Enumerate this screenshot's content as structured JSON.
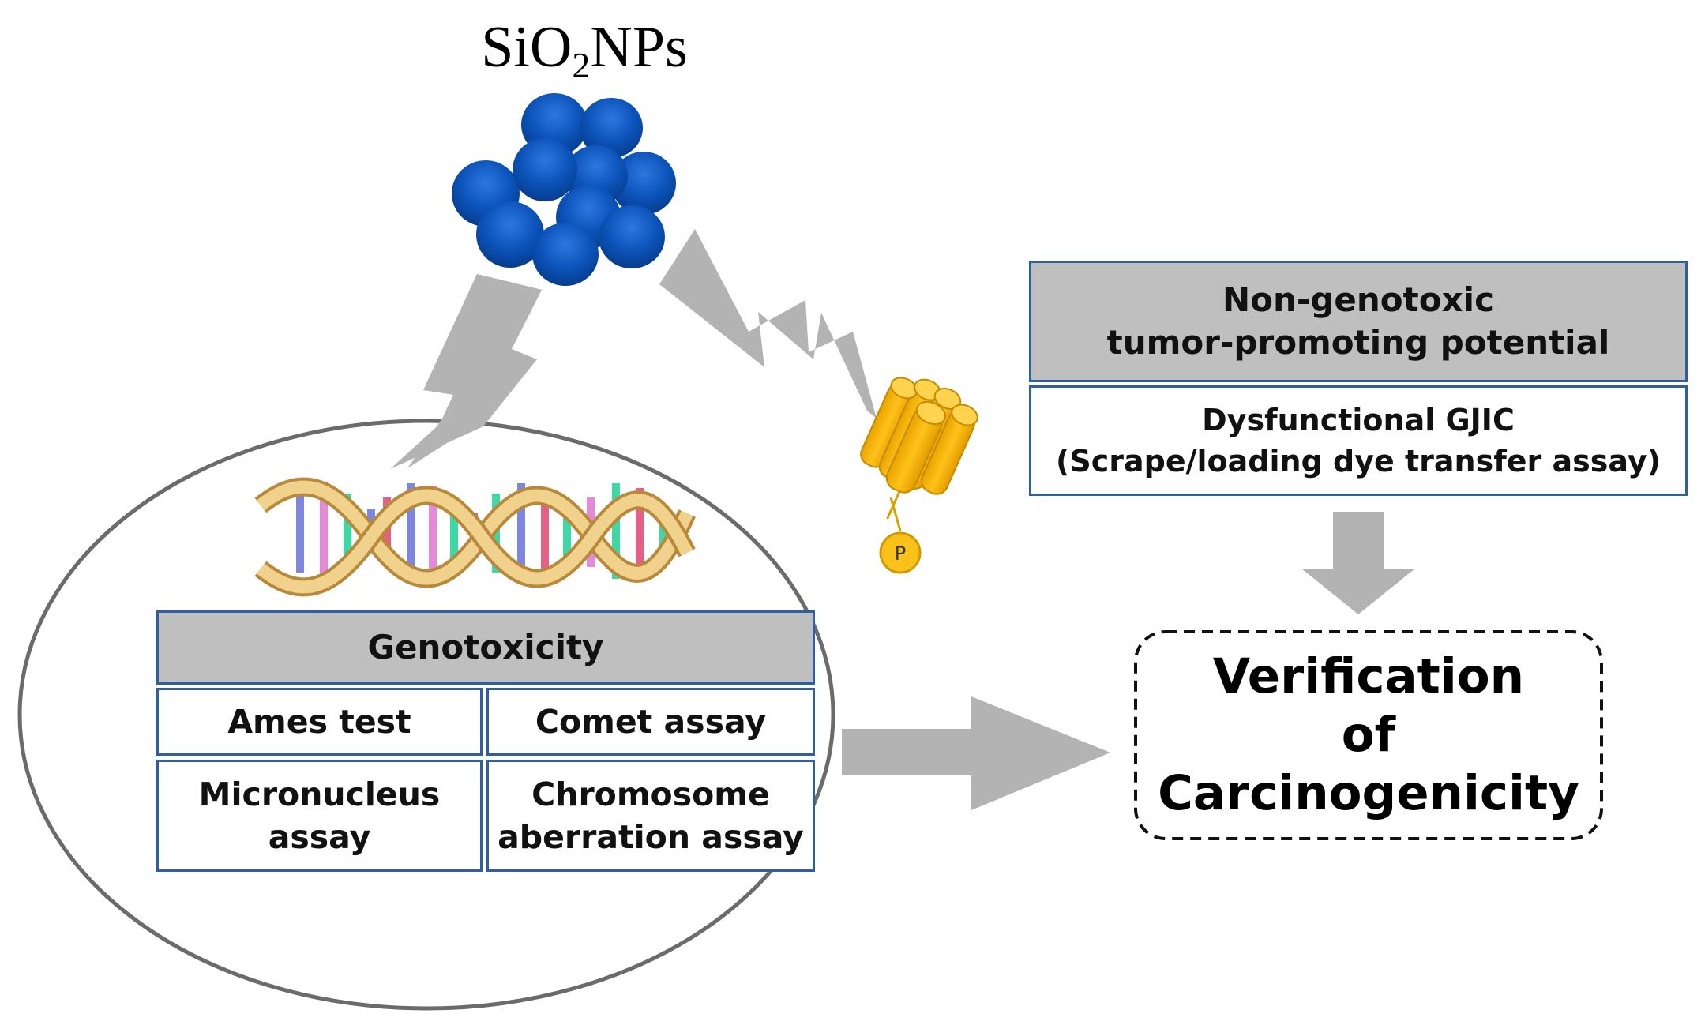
{
  "title": {
    "main": "SiO",
    "sub": "2",
    "suffix": "NPs"
  },
  "genotoxicity": {
    "header": "Genotoxicity",
    "assays": [
      "Ames test",
      "Comet assay"
    ],
    "assays_row2": [
      {
        "line1": "Micronucleus",
        "line2": "assay"
      },
      {
        "line1": "Chromosome",
        "line2": "aberration assay"
      }
    ]
  },
  "non_genotoxic": {
    "header_line1": "Non-genotoxic",
    "header_line2": "tumor-promoting potential",
    "detail_line1": "Dysfunctional GJIC",
    "detail_line2": "(Scrape/loading dye transfer assay)"
  },
  "verification": {
    "line1": "Verification",
    "line2": "of",
    "line3": "Carcinogenicity"
  },
  "phospho_label": "P",
  "colors": {
    "box_border": "#2e5f9e",
    "header_fill": "#bfbfbf",
    "arrow_gray": "#b3b3b3",
    "nanoparticle_blue": "#0b4fb0",
    "channel_gold": "#f2b705"
  }
}
